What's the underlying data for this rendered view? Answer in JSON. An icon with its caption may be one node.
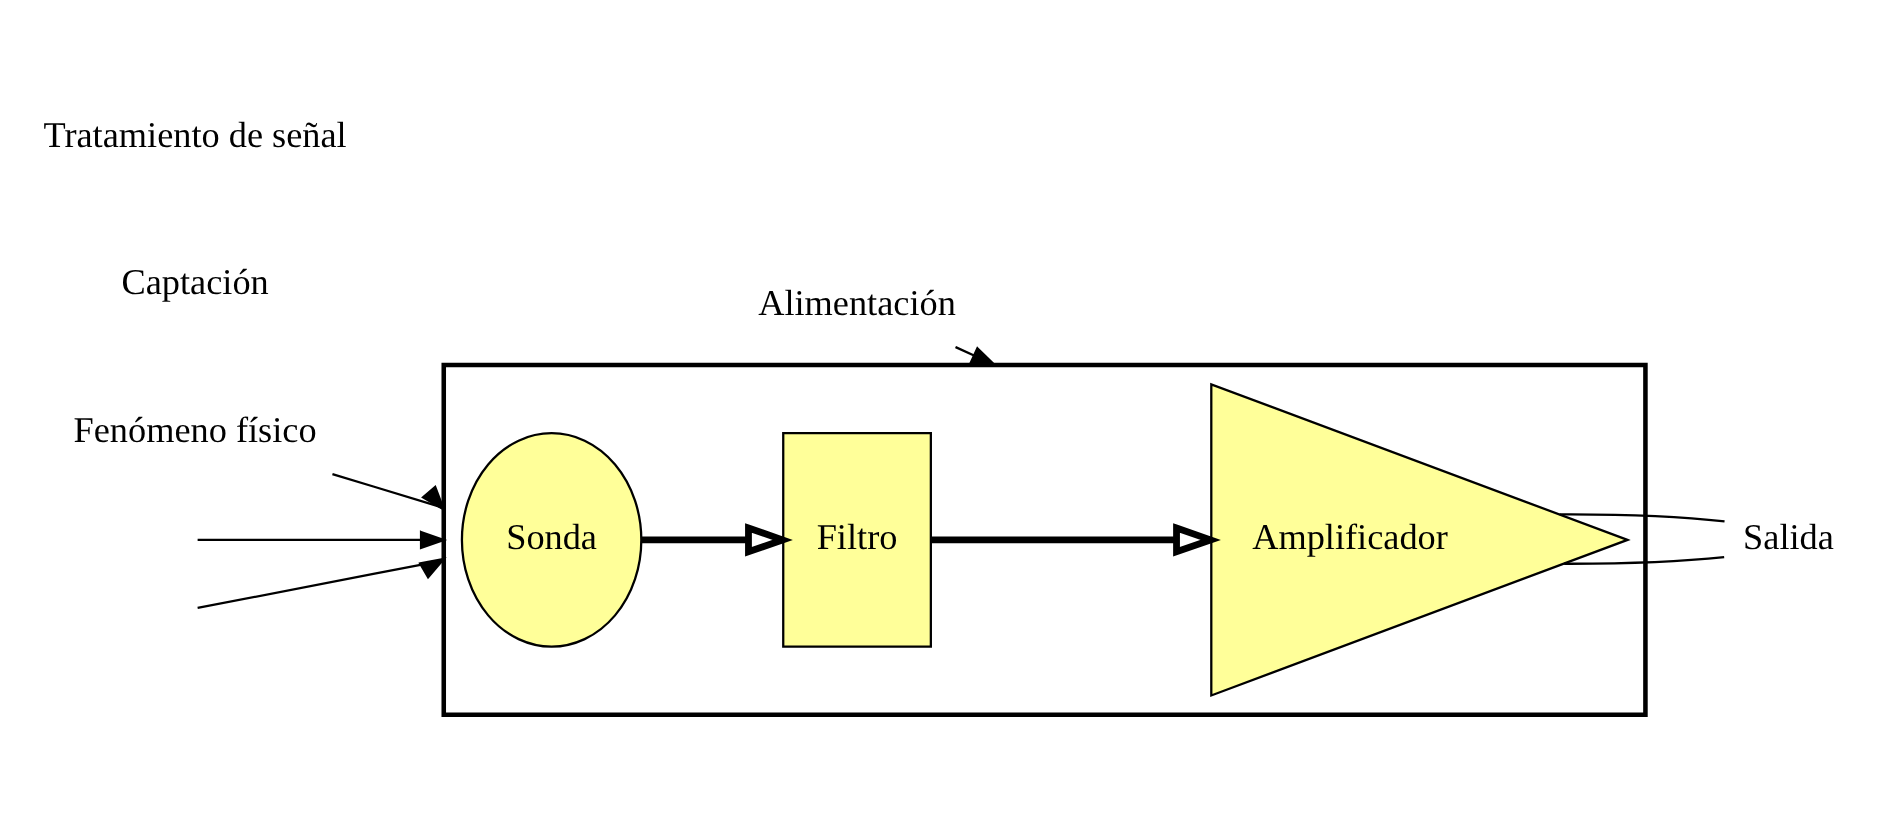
{
  "diagram": {
    "nodes": [
      {
        "text": [],
        "shape": "box"
      },
      {
        "text": [
          "Sonda"
        ],
        "in": 0
      },
      {
        "text": [
          "Filtro"
        ],
        "in": 0
      },
      {
        "text": [
          "Amplificador"
        ],
        "in": 0
      },
      {
        "text": [
          "Fenómeno físico"
        ]
      },
      {
        "text": [
          "Alimentación"
        ]
      },
      {
        "text": [
          "Salida"
        ]
      }
    ],
    "edges": [
      {
        "from": 4,
        "to": 0,
        "arrow": "to"
      },
      {
        "from": null,
        "to": 0,
        "arrow": "to"
      },
      {
        "from": null,
        "to": 0,
        "arrow": "to"
      },
      {
        "from": 1,
        "to": 2,
        "arrow": "to",
        "style": "thick"
      },
      {
        "from": 2,
        "to": 3,
        "arrow": "to",
        "style": "thick"
      },
      {
        "from": 5,
        "to": 0,
        "arrow": "to"
      },
      {
        "from": 3,
        "to": 6,
        "arrow": "none"
      },
      {
        "from": 3,
        "to": 6,
        "arrow": "none"
      }
    ],
    "labels": [
      "Captación",
      "Tratamiento de señal"
    ]
  }
}
